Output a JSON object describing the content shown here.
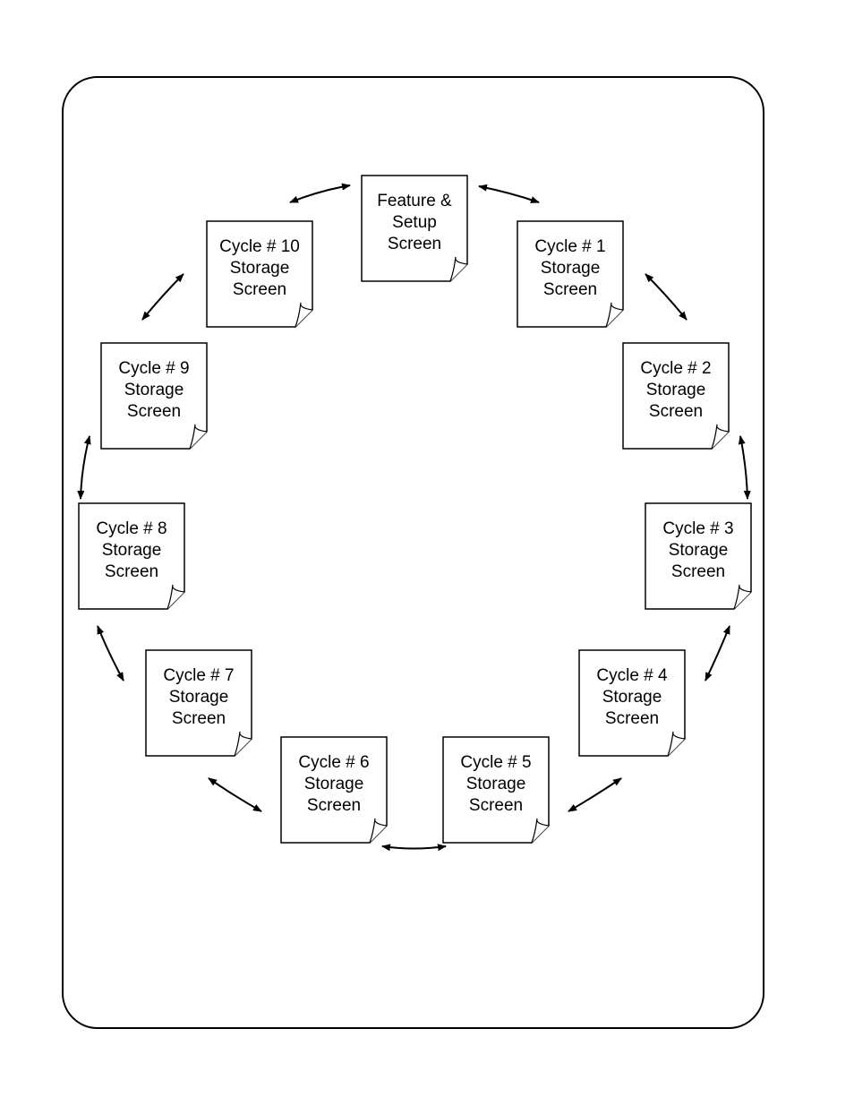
{
  "screens": [
    {
      "line1": "Feature &",
      "line2": "Setup",
      "line3": "Screen"
    },
    {
      "line1": "Cycle # 1",
      "line2": "Storage",
      "line3": "Screen"
    },
    {
      "line1": "Cycle # 2",
      "line2": "Storage",
      "line3": "Screen"
    },
    {
      "line1": "Cycle # 3",
      "line2": "Storage",
      "line3": "Screen"
    },
    {
      "line1": "Cycle # 4",
      "line2": "Storage",
      "line3": "Screen"
    },
    {
      "line1": "Cycle # 5",
      "line2": "Storage",
      "line3": "Screen"
    },
    {
      "line1": "Cycle # 6",
      "line2": "Storage",
      "line3": "Screen"
    },
    {
      "line1": "Cycle # 7",
      "line2": "Storage",
      "line3": "Screen"
    },
    {
      "line1": "Cycle # 8",
      "line2": "Storage",
      "line3": "Screen"
    },
    {
      "line1": "Cycle # 9",
      "line2": "Storage",
      "line3": "Screen"
    },
    {
      "line1": "Cycle # 10",
      "line2": "Storage",
      "line3": "Screen"
    }
  ],
  "connections": "bidirectional",
  "colors": {
    "stroke": "#000000",
    "fill": "#ffffff"
  }
}
